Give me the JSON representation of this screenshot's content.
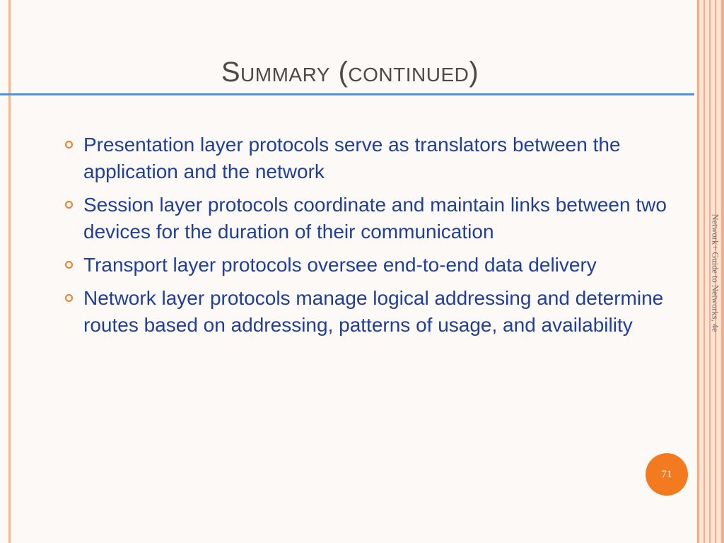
{
  "slide": {
    "title": "Summary (continued)",
    "side_caption": "Network+ Guide to Networks, 4e",
    "page_number": "71",
    "colors": {
      "title_rule": "#5b8ed0",
      "bullet_text": "#1f3f9a",
      "bullet_marker": "#f07c2c",
      "page_badge": "#f47a20",
      "side_stripes": "#f5ad88"
    },
    "bullets": [
      "Presentation layer protocols serve as translators between the application and the network",
      "Session layer protocols coordinate and maintain links between two devices for the duration of their communication",
      "Transport layer protocols oversee end-to-end data delivery",
      "Network layer protocols manage logical addressing and determine routes based on addressing, patterns of usage, and availability"
    ]
  }
}
